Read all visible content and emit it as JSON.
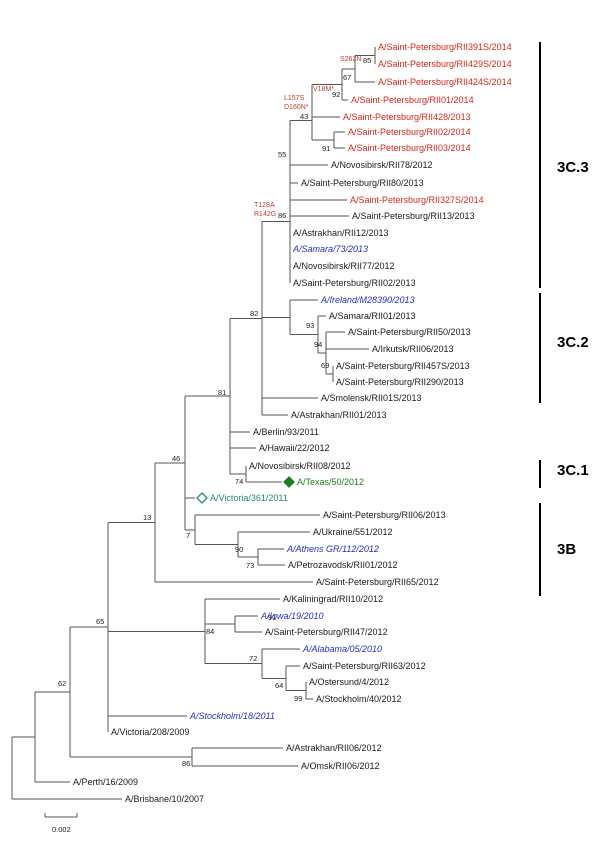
{
  "colors": {
    "black": "#1a1a1a",
    "red": "#d8261c",
    "blue": "#2a2ac8",
    "teal": "#1f8f5f",
    "green": "#1e7d1e",
    "mutation": "#c0392b",
    "branch": "#555555"
  },
  "leaves": [
    {
      "id": "L1",
      "label": "A/Saint-Petersburg/RII391S/2014",
      "color": "red"
    },
    {
      "id": "L2",
      "label": "A/Saint-Petersburg/RII429S/2014",
      "color": "red"
    },
    {
      "id": "L3",
      "label": "A/Saint-Petersburg/RII424S/2014",
      "color": "red"
    },
    {
      "id": "L4",
      "label": "A/Saint-Petersburg/RII01/2014",
      "color": "red"
    },
    {
      "id": "L5",
      "label": "A/Saint-Petersburg/RII428/2013",
      "color": "red"
    },
    {
      "id": "L6",
      "label": "A/Saint-Petersburg/RII02/2014",
      "color": "red"
    },
    {
      "id": "L7",
      "label": "A/Saint-Petersburg/RII03/2014",
      "color": "red"
    },
    {
      "id": "L8",
      "label": "A/Novosibirsk/RII78/2012",
      "color": "black"
    },
    {
      "id": "L9",
      "label": "A/Saint-Petersburg/RII80/2013",
      "color": "black"
    },
    {
      "id": "L10",
      "label": "A/Saint-Petersburg/RII327S/2014",
      "color": "red"
    },
    {
      "id": "L11",
      "label": "A/Saint-Petersburg/RII13/2013",
      "color": "black"
    },
    {
      "id": "L12",
      "label": "A/Astrakhan/RII12/2013",
      "color": "black"
    },
    {
      "id": "L13",
      "label": "A/Samara/73/2013",
      "color": "blue",
      "italic": true
    },
    {
      "id": "L14",
      "label": "A/Novosibirsk/RII77/2012",
      "color": "black"
    },
    {
      "id": "L15",
      "label": "A/Saint-Petersburg/RII02/2013",
      "color": "black"
    },
    {
      "id": "L16",
      "label": "A/Ireland/M28390/2013",
      "color": "blue",
      "italic": true
    },
    {
      "id": "L17",
      "label": "A/Samara/RII01/2013",
      "color": "black"
    },
    {
      "id": "L18",
      "label": "A/Saint-Petersburg/RII50/2013",
      "color": "black"
    },
    {
      "id": "L19",
      "label": "A/Irkutsk/RII06/2013",
      "color": "black"
    },
    {
      "id": "L20",
      "label": "A/Saint-Petersburg/RII457S/2013",
      "color": "black"
    },
    {
      "id": "L21",
      "label": "A/Saint-Petersburg/RII290/2013",
      "color": "black"
    },
    {
      "id": "L22",
      "label": "A/Smolensk/RII01S/2013",
      "color": "black"
    },
    {
      "id": "L23",
      "label": "A/Astrakhan/RII01/2013",
      "color": "black"
    },
    {
      "id": "L24",
      "label": "A/Berlin/93/2011",
      "color": "black"
    },
    {
      "id": "L25",
      "label": "A/Hawaii/22/2012",
      "color": "black"
    },
    {
      "id": "L26",
      "label": "A/Novosibirsk/RII08/2012",
      "color": "black"
    },
    {
      "id": "L27",
      "label": "A/Texas/50/2012",
      "color": "green",
      "marker": "diamond-filled"
    },
    {
      "id": "L28",
      "label": "A/Victoria/361/2011",
      "color": "teal",
      "marker": "diamond-open"
    },
    {
      "id": "L29",
      "label": "A/Saint-Petersburg/RII06/2013",
      "color": "black"
    },
    {
      "id": "L30",
      "label": "A/Ukraine/551/2012",
      "color": "black"
    },
    {
      "id": "L31",
      "label": "A/Athens GR/112/2012",
      "color": "blue",
      "italic": true
    },
    {
      "id": "L32",
      "label": "A/Petrozavodsk/RII01/2012",
      "color": "black"
    },
    {
      "id": "L33",
      "label": "A/Saint-Petersburg/RII65/2012",
      "color": "black"
    },
    {
      "id": "L34",
      "label": "A/Kaliningrad/RII10/2012",
      "color": "black"
    },
    {
      "id": "L35",
      "label": "A/Iowa/19/2010",
      "color": "blue",
      "italic": true
    },
    {
      "id": "L36",
      "label": "A/Saint-Petersburg/RII47/2012",
      "color": "black"
    },
    {
      "id": "L37",
      "label": "A/Alabama/05/2010",
      "color": "blue",
      "italic": true
    },
    {
      "id": "L38",
      "label": "A/Saint-Petersburg/RII63/2012",
      "color": "black"
    },
    {
      "id": "L39",
      "label": "A/Ostersund/4/2012",
      "color": "black"
    },
    {
      "id": "L40",
      "label": "A/Stockholm/40/2012",
      "color": "black"
    },
    {
      "id": "L41",
      "label": "A/Stockholm/18/2011",
      "color": "blue",
      "italic": true
    },
    {
      "id": "L42",
      "label": "A/Victoria/208/2009",
      "color": "black"
    },
    {
      "id": "L43",
      "label": "A/Astrakhan/RII06/2012",
      "color": "black"
    },
    {
      "id": "L44",
      "label": "A/Omsk/RII06/2012",
      "color": "black"
    },
    {
      "id": "L45",
      "label": "A/Perth/16/2009",
      "color": "black"
    },
    {
      "id": "L46",
      "label": "A/Brisbane/10/2007",
      "color": "black"
    }
  ],
  "bootstrap": [
    {
      "id": "N85",
      "value": "85"
    },
    {
      "id": "N67",
      "value": "67"
    },
    {
      "id": "N92",
      "value": "92"
    },
    {
      "id": "N43",
      "value": "43"
    },
    {
      "id": "N91a",
      "value": "91"
    },
    {
      "id": "N55",
      "value": "55"
    },
    {
      "id": "N86a",
      "value": "86"
    },
    {
      "id": "N82",
      "value": "82"
    },
    {
      "id": "N93",
      "value": "93"
    },
    {
      "id": "N94",
      "value": "94"
    },
    {
      "id": "N69",
      "value": "69"
    },
    {
      "id": "N81",
      "value": "81"
    },
    {
      "id": "N46",
      "value": "46"
    },
    {
      "id": "N74",
      "value": "74"
    },
    {
      "id": "N13",
      "value": "13"
    },
    {
      "id": "N7",
      "value": "7"
    },
    {
      "id": "N90",
      "value": "90"
    },
    {
      "id": "N73",
      "value": "73"
    },
    {
      "id": "N65",
      "value": "65"
    },
    {
      "id": "N91b",
      "value": "91"
    },
    {
      "id": "N84",
      "value": "84"
    },
    {
      "id": "N72",
      "value": "72"
    },
    {
      "id": "N64",
      "value": "64"
    },
    {
      "id": "N99",
      "value": "99"
    },
    {
      "id": "N62",
      "value": "62"
    },
    {
      "id": "N86b",
      "value": "86"
    }
  ],
  "mutations": [
    {
      "id": "M1",
      "lines": [
        "S262N"
      ]
    },
    {
      "id": "M2",
      "lines": [
        "V18M*"
      ]
    },
    {
      "id": "M3",
      "lines": [
        "L157S",
        "D160N*"
      ]
    },
    {
      "id": "M4",
      "lines": [
        "T128A",
        "R142G"
      ]
    }
  ],
  "clades": [
    {
      "id": "C1",
      "label": "3C.3"
    },
    {
      "id": "C2",
      "label": "3C.2"
    },
    {
      "id": "C3",
      "label": "3C.1"
    },
    {
      "id": "C4",
      "label": "3B"
    }
  ],
  "scale_bar": {
    "label": "0.002"
  }
}
